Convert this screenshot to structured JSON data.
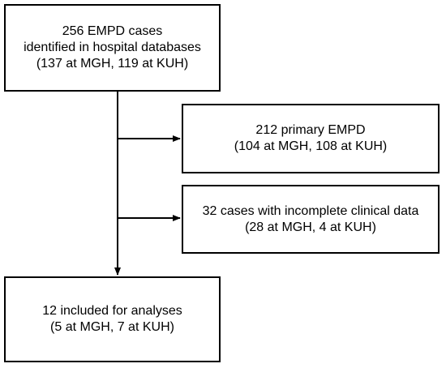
{
  "boxes": {
    "source": {
      "lines": [
        "256 EMPD cases",
        "identified in hospital databases",
        "(137 at MGH, 119 at KUH)"
      ]
    },
    "primary": {
      "lines": [
        "212 primary EMPD",
        "(104 at MGH, 108 at KUH)"
      ]
    },
    "incomplete": {
      "lines": [
        "32 cases with incomplete clinical data",
        "(28 at MGH, 4 at KUH)"
      ]
    },
    "included": {
      "lines": [
        "12 included for analyses",
        "(5 at MGH, 7 at KUH)"
      ]
    }
  },
  "colors": {
    "stroke": "#000000",
    "background": "#ffffff"
  }
}
